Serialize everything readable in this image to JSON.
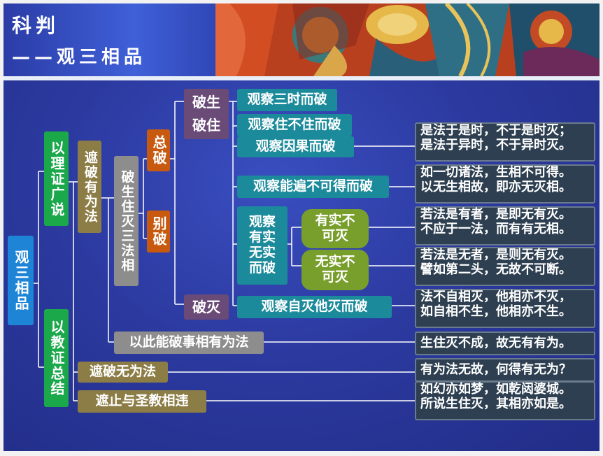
{
  "header": {
    "title": "科判",
    "subtitle": "——观三相品"
  },
  "nodes": {
    "root": "观三相品",
    "reason_proof": "以理证广说",
    "scripture_proof": "以教证总结",
    "refute_conditioned": "遮破有为法",
    "refute_three_marks": "破生住灭三法相",
    "general_refute": "总破",
    "specific_refute": "别破",
    "refute_arising": "破生",
    "refute_abiding": "破住",
    "refute_ceasing": "破灭",
    "three_times": "观察三时而破",
    "abiding_or_not": "观察住不住而破",
    "cause_effect": "观察因果而破",
    "pervasive": "观察能遍不可得而破",
    "real_unreal": "观察有实无实而破",
    "real_not_cease": "有实不可灭",
    "unreal_not_cease": "无实不可灭",
    "self_other_cease": "观察自灭他灭而破",
    "use_refute_conditioned": "以此能破事相有为法",
    "refute_unconditioned": "遮破无为法",
    "contradict_scripture": "遮止与圣教相违"
  },
  "verses": [
    [
      "是法于是时，不于是时灭；",
      "是法于异时，不于异时灭。"
    ],
    [
      "如一切诸法，生相不可得。",
      "以无生相故，即亦无灭相。"
    ],
    [
      "若法是有者，是即无有灭。",
      "不应于一法，而有有无相。"
    ],
    [
      "若法是无者，是则无有灭。",
      "譬如第二头，无故不可断。"
    ],
    [
      "法不自相灭，他相亦不灭，",
      "如自相不生，他相亦不生。"
    ],
    [
      "生住灭不成，故无有有为。"
    ],
    [
      "有为法无故，何得有无为？"
    ],
    [
      "如幻亦如梦，如乾闼婆城。",
      "所说生住灭，其相亦如是。"
    ]
  ],
  "colors": {
    "background": "#2c3aa0",
    "teal": "#1b8a9a",
    "green": "#1aa84a",
    "olive": "#8c7d46",
    "grey": "#8d8d8d",
    "orange": "#c85a10",
    "purple": "#6a4b78",
    "blue": "#1e84d6",
    "light_green": "#789e2c",
    "verse_box": "#2d3f50"
  }
}
